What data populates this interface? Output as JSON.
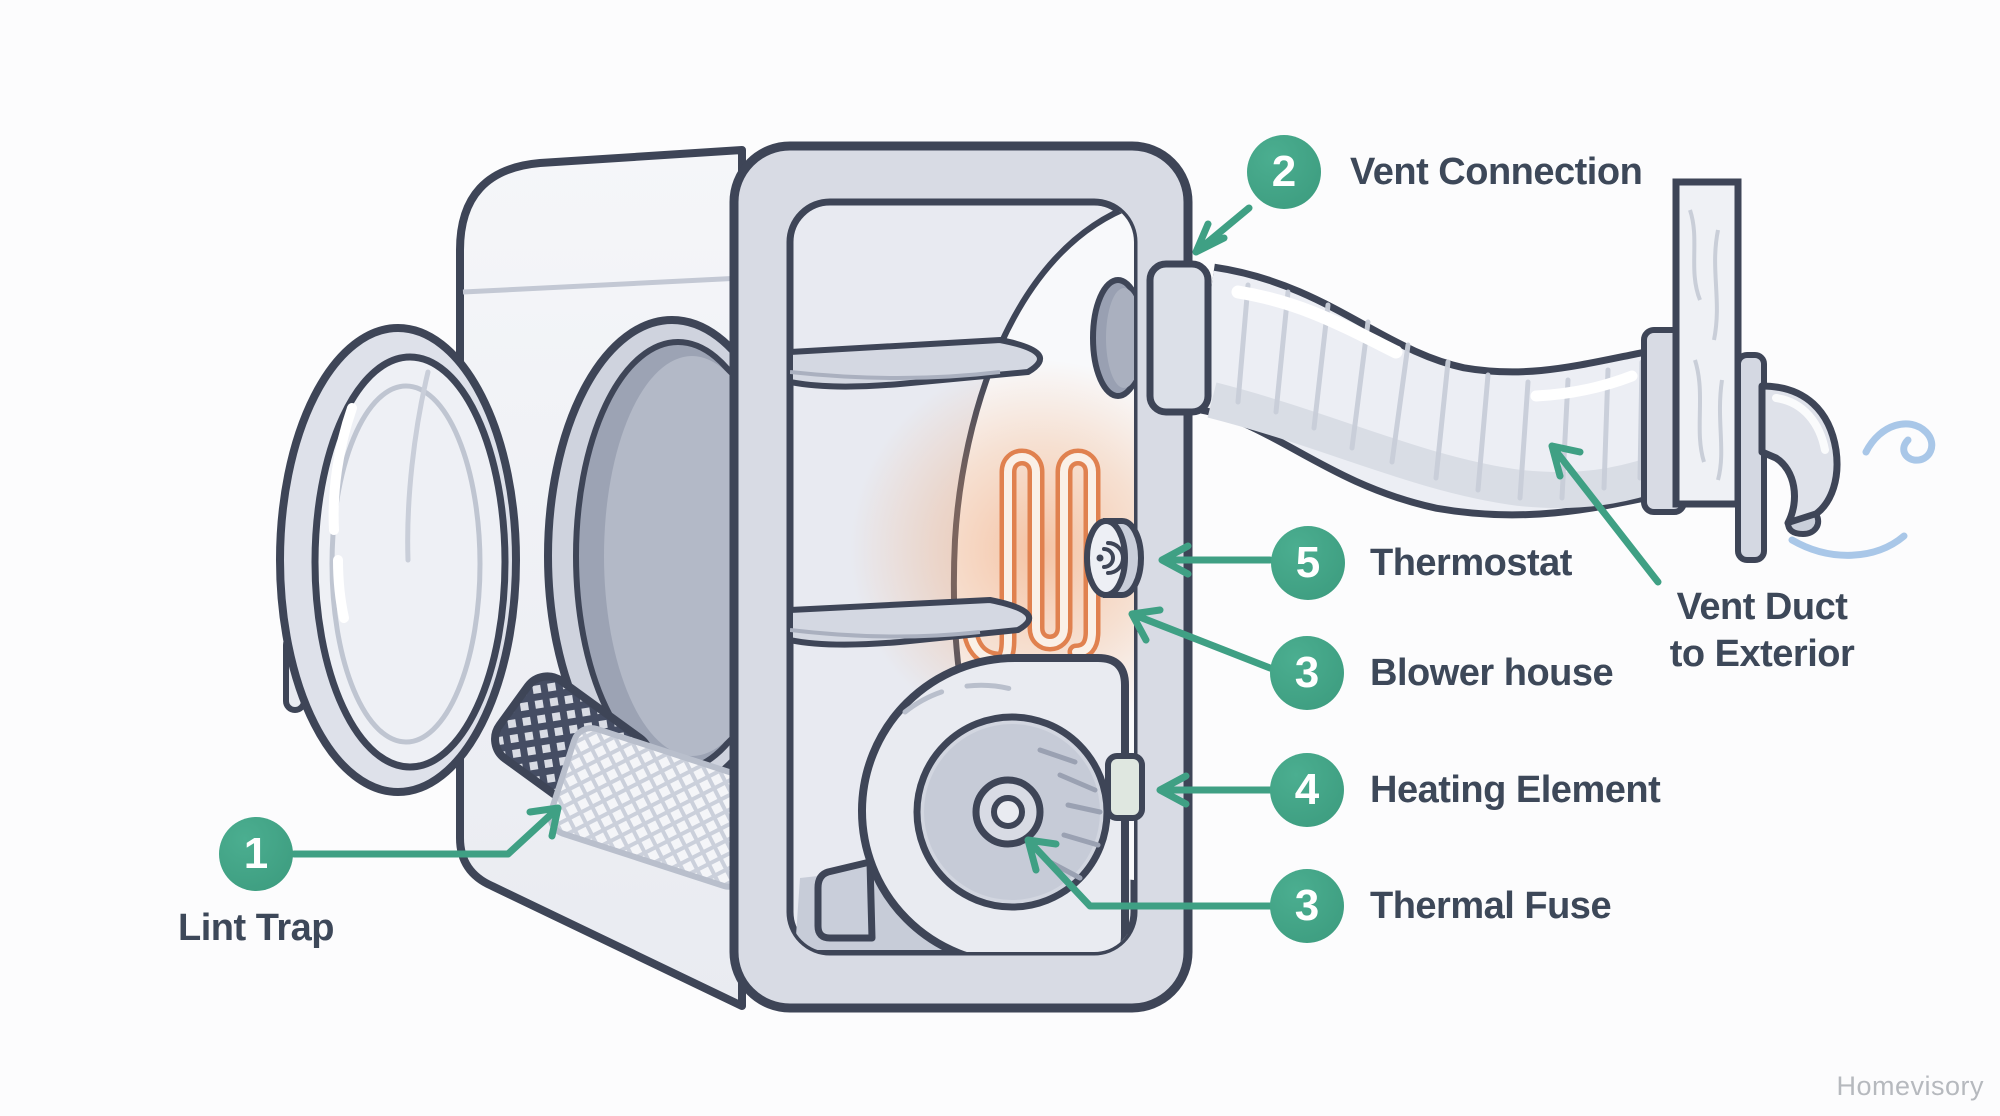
{
  "callouts": [
    {
      "number": "1",
      "label": "Lint Trap"
    },
    {
      "number": "2",
      "label": "Vent Connection"
    },
    {
      "number": "5",
      "label": "Thermostat"
    },
    {
      "number": "3",
      "label": "Blower house"
    },
    {
      "number": "4",
      "label": "Heating Element"
    },
    {
      "number": "3",
      "label": "Thermal Fuse"
    }
  ],
  "duct_label": {
    "line1": "Vent Duct",
    "line2": "to Exterior"
  },
  "watermark": "Homevisory",
  "colors": {
    "accent_green": "#3FA084",
    "label_text": "#3D4859",
    "outline": "#3E4557",
    "heating_orange": "#E0814F",
    "air_blue": "#A9C7E8",
    "body_gray": "#D8DBE4",
    "background": "#FCFCFD"
  },
  "illustration": {
    "parts": [
      "dryer-door",
      "door-glass",
      "drum-opening",
      "lint-trap-mesh",
      "lint-screen",
      "cutaway-panel",
      "drum-baffles",
      "heating-element-coil",
      "thermostat-sensor",
      "blower-housing",
      "blower-fan",
      "thermal-fuse-component",
      "vent-collar",
      "flexible-vent-duct",
      "exterior-wall",
      "exterior-vent-hood",
      "air-flow-swirls"
    ]
  }
}
